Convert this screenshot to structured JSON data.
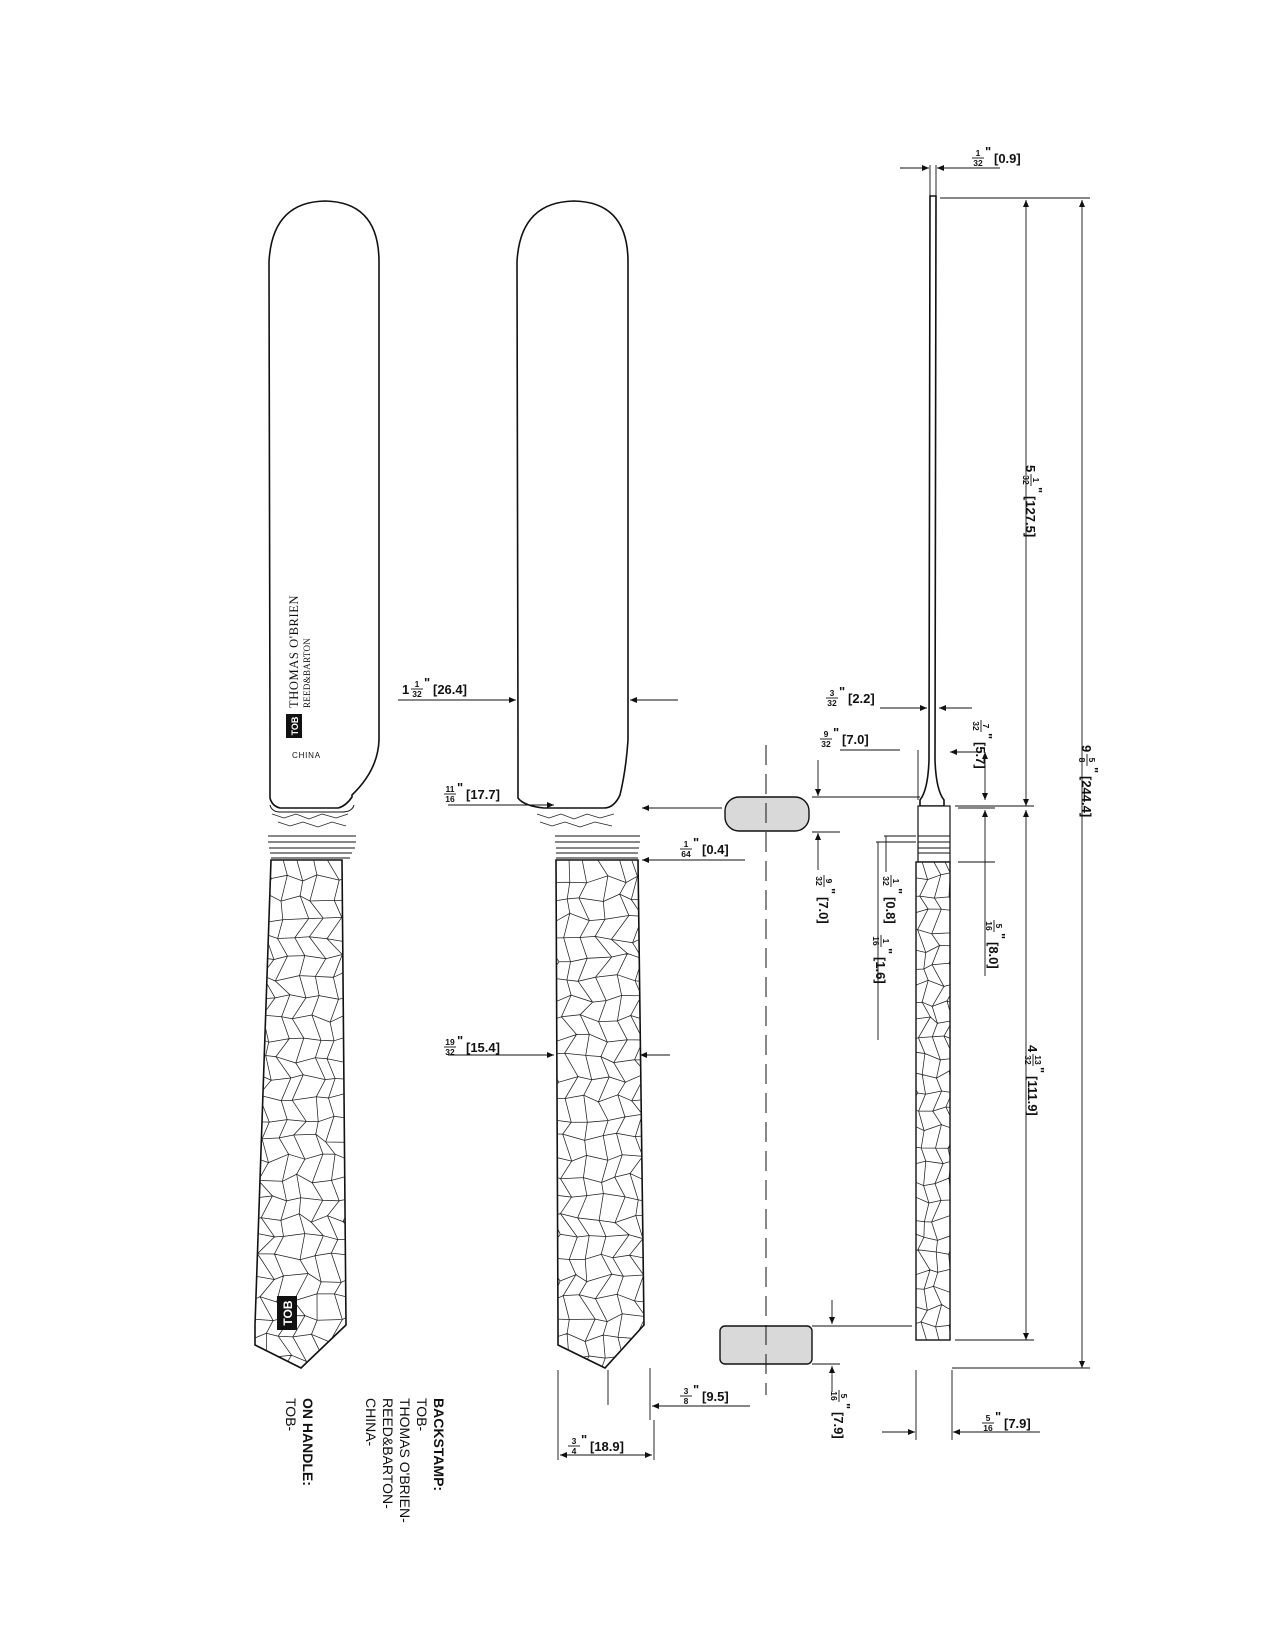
{
  "backstamp": {
    "heading": "BACKSTAMP:",
    "lines": [
      "TOB-",
      "THOMAS O'BRIEN-",
      "REED&BARTON-",
      "CHINA-"
    ]
  },
  "on_handle": {
    "heading": "ON HANDLE:",
    "lines": [
      "TOB-"
    ]
  },
  "blade_stamp": {
    "brand": "THOMAS O'BRIEN",
    "maker": "REED&BARTON",
    "origin": "CHINA",
    "logo": "TOB"
  },
  "handle_logo": "TOB",
  "dimensions": [
    {
      "id": "thickness-top",
      "whole": "",
      "num": "1",
      "den": "32",
      "mm": "[0.9]"
    },
    {
      "id": "blade-length",
      "whole": "5",
      "num": "1",
      "den": "32",
      "mm": "[127.5]"
    },
    {
      "id": "overall-length",
      "whole": "9",
      "num": "5",
      "den": "8",
      "mm": "[244.4]"
    },
    {
      "id": "blade-width",
      "whole": "1",
      "num": "1",
      "den": "32",
      "mm": "[26.4]"
    },
    {
      "id": "bolster-thickness",
      "whole": "",
      "num": "3",
      "den": "32",
      "mm": "[2.2]"
    },
    {
      "id": "neck-offset",
      "whole": "",
      "num": "9",
      "den": "32",
      "mm": "[7.0]"
    },
    {
      "id": "neck-rise",
      "whole": "",
      "num": "7",
      "den": "32",
      "mm": "[5.7]"
    },
    {
      "id": "neck-width",
      "whole": "",
      "num": "11",
      "den": "16",
      "mm": "[17.7]"
    },
    {
      "id": "ring-step",
      "whole": "",
      "num": "1",
      "den": "64",
      "mm": "[0.4]"
    },
    {
      "id": "section-height-top",
      "whole": "",
      "num": "9",
      "den": "32",
      "mm": "[7.0]"
    },
    {
      "id": "ring-1",
      "whole": "",
      "num": "1",
      "den": "32",
      "mm": "[0.8]"
    },
    {
      "id": "ring-2",
      "whole": "",
      "num": "1",
      "den": "16",
      "mm": "[1.6]"
    },
    {
      "id": "collar-height",
      "whole": "",
      "num": "5",
      "den": "16",
      "mm": "[8.0]"
    },
    {
      "id": "handle-length",
      "whole": "4",
      "num": "13",
      "den": "32",
      "mm": "[111.9]"
    },
    {
      "id": "handle-width",
      "whole": "",
      "num": "19",
      "den": "32",
      "mm": "[15.4]"
    },
    {
      "id": "tip-depth",
      "whole": "",
      "num": "3",
      "den": "8",
      "mm": "[9.5]"
    },
    {
      "id": "end-width",
      "whole": "",
      "num": "3",
      "den": "4",
      "mm": "[18.9]"
    },
    {
      "id": "section-height-bottom",
      "whole": "",
      "num": "5",
      "den": "16",
      "mm": "[7.9]"
    },
    {
      "id": "handle-thickness",
      "whole": "",
      "num": "5",
      "den": "16",
      "mm": "[7.9]"
    }
  ]
}
